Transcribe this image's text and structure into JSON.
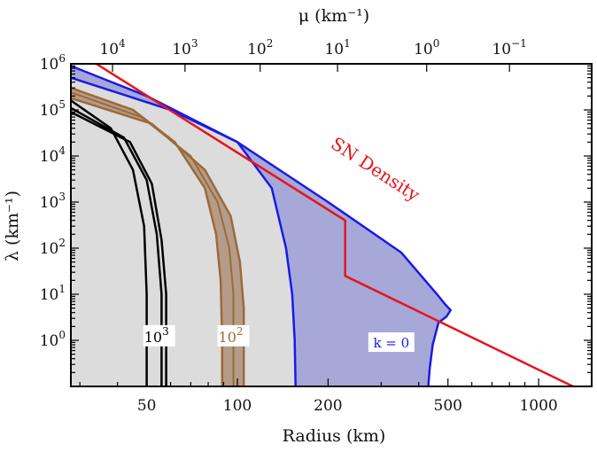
{
  "chart_data": {
    "type": "line",
    "xlabel": "Radius (km)",
    "x2label": "μ (km⁻¹)",
    "ylabel": "λ (km⁻¹)",
    "xscale": "log",
    "yscale": "log",
    "xlim": [
      28,
      1500
    ],
    "ylim": [
      0.1,
      1000000
    ],
    "grid": false,
    "x_ticks": [
      {
        "value": 50,
        "label": "50"
      },
      {
        "value": 100,
        "label": "100"
      },
      {
        "value": 200,
        "label": "200"
      },
      {
        "value": 500,
        "label": "500"
      },
      {
        "value": 1000,
        "label": "1000"
      }
    ],
    "y_ticks": [
      {
        "value": 1,
        "base": "10",
        "exp": "0"
      },
      {
        "value": 10,
        "base": "10",
        "exp": "1"
      },
      {
        "value": 100,
        "base": "10",
        "exp": "2"
      },
      {
        "value": 1000,
        "base": "10",
        "exp": "3"
      },
      {
        "value": 10000,
        "base": "10",
        "exp": "4"
      },
      {
        "value": 100000,
        "base": "10",
        "exp": "5"
      },
      {
        "value": 1000000,
        "base": "10",
        "exp": "6"
      }
    ],
    "mu_ticks": [
      {
        "at_radius": 38.5,
        "base": "10",
        "exp": "4"
      },
      {
        "at_radius": 67,
        "base": "10",
        "exp": "3"
      },
      {
        "at_radius": 119,
        "base": "10",
        "exp": "2"
      },
      {
        "at_radius": 215,
        "base": "10",
        "exp": "1"
      },
      {
        "at_radius": 425,
        "base": "10",
        "exp": "0"
      },
      {
        "at_radius": 800,
        "base": "10",
        "exp": "−1"
      }
    ],
    "series": [
      {
        "name": "SN Density",
        "color": "#e8141c",
        "points": [
          [
            34,
            1000000
          ],
          [
            228,
            400
          ],
          [
            228,
            25
          ],
          [
            1300,
            0.1
          ]
        ]
      },
      {
        "name": "k = 0",
        "color": "#1a1ae6",
        "fill": "#a6a8d8",
        "points": [
          [
            28,
            900000
          ],
          [
            50,
            200000
          ],
          [
            100,
            20000
          ],
          [
            200,
            1000
          ],
          [
            350,
            80
          ],
          [
            460,
            10
          ],
          [
            490,
            6
          ],
          [
            510,
            4.5
          ],
          [
            495,
            3.3
          ],
          [
            465,
            2.4
          ],
          [
            445,
            0.8
          ],
          [
            435,
            0.25
          ],
          [
            430,
            0.1
          ]
        ]
      },
      {
        "name": "",
        "color": "#1a1ae6",
        "points": [
          [
            28,
            500000
          ],
          [
            60,
            100000
          ],
          [
            100,
            20000
          ],
          [
            130,
            2000
          ],
          [
            145,
            100
          ],
          [
            152,
            10
          ],
          [
            155,
            1
          ],
          [
            156,
            0.1
          ]
        ]
      },
      {
        "name": "",
        "color": "#9c6a3a",
        "fill": "#b49c88",
        "band": [
          [
            [
              28,
              300000
            ],
            [
              45,
              100000
            ],
            [
              62,
              20000
            ],
            [
              78,
              2000
            ],
            [
              85,
              200
            ],
            [
              88,
              20
            ],
            [
              89,
              1
            ],
            [
              89,
              0.1
            ]
          ],
          [
            [
              28,
              180000
            ],
            [
              52,
              50000
            ],
            [
              78,
              5000
            ],
            [
              95,
              500
            ],
            [
              102,
              50
            ],
            [
              105,
              5
            ],
            [
              105,
              0.1
            ]
          ]
        ]
      },
      {
        "name": "",
        "color": "#000000",
        "lines": [
          [
            [
              28,
              160000
            ],
            [
              38,
              40000
            ],
            [
              45,
              5000
            ],
            [
              49,
              300
            ],
            [
              50,
              10
            ],
            [
              50,
              0.1
            ]
          ],
          [
            [
              28,
              110000
            ],
            [
              42,
              25000
            ],
            [
              50,
              3000
            ],
            [
              54,
              200
            ],
            [
              56,
              10
            ],
            [
              56,
              0.1
            ]
          ],
          [
            [
              28,
              90000
            ],
            [
              44,
              20000
            ],
            [
              52,
              2500
            ],
            [
              56,
              150
            ],
            [
              58,
              10
            ],
            [
              58,
              0.1
            ]
          ]
        ]
      }
    ],
    "annotations": [
      {
        "text": "SN Density",
        "color": "#e8141c",
        "at": [
          280,
          4000
        ],
        "angle_deg": 33
      },
      {
        "text_base": "10",
        "text_exp": "3",
        "color": "#000000",
        "at": [
          55,
          1.1
        ]
      },
      {
        "text_base": "10",
        "text_exp": "2",
        "color": "#9c6a3a",
        "at": [
          97,
          1.1
        ]
      },
      {
        "text": "k = 0",
        "color": "#1a1ae6",
        "at": [
          320,
          0.8
        ]
      }
    ],
    "colors": {
      "outer_fill": "#dcdcdc",
      "frame": "#000000"
    }
  }
}
